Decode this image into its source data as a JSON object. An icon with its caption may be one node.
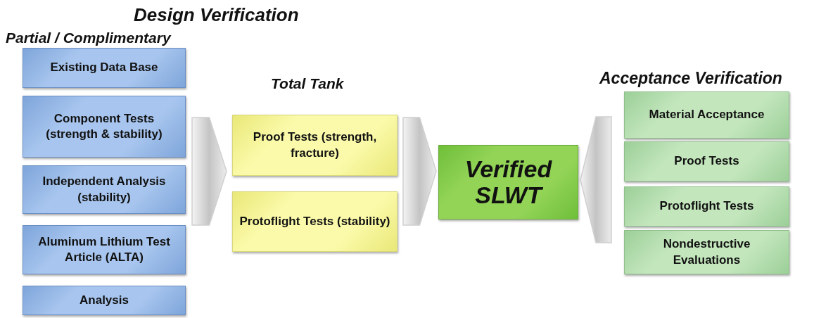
{
  "diagram": {
    "title": "Design Verification",
    "nodes": [
      {
        "text": [
          "Partial / Complimentary"
        ]
      },
      {
        "text": [
          "Existing Data Base"
        ],
        "in": 0
      },
      {
        "text": [
          "Component Tests (strength & stability)"
        ],
        "in": 0
      },
      {
        "text": [
          "Independent Analysis (stability)"
        ],
        "in": 0
      },
      {
        "text": [
          "Aluminum Lithium Test Article (ALTA)"
        ],
        "in": 0
      },
      {
        "text": [
          "Analysis"
        ],
        "in": 0
      },
      {
        "text": [
          "Total Tank"
        ]
      },
      {
        "text": [
          "Proof Tests (strength, fracture)"
        ],
        "in": 6
      },
      {
        "text": [
          "Protoflight Tests (stability)"
        ],
        "in": 6
      },
      {
        "text": [
          "Verified SLWT"
        ]
      },
      {
        "text": [
          "Acceptance Verification"
        ]
      },
      {
        "text": [
          "Material Acceptance"
        ],
        "in": 10
      },
      {
        "text": [
          "Proof Tests"
        ],
        "in": 10
      },
      {
        "text": [
          "Protoflight Tests"
        ],
        "in": 10
      },
      {
        "text": [
          "Nondestructive Evaluations"
        ],
        "in": 10
      }
    ],
    "edges": [
      {
        "from": 0,
        "to": 6,
        "arrow": "to"
      },
      {
        "from": 6,
        "to": 9,
        "arrow": "to"
      },
      {
        "from": 10,
        "to": 9,
        "arrow": "to"
      }
    ]
  }
}
